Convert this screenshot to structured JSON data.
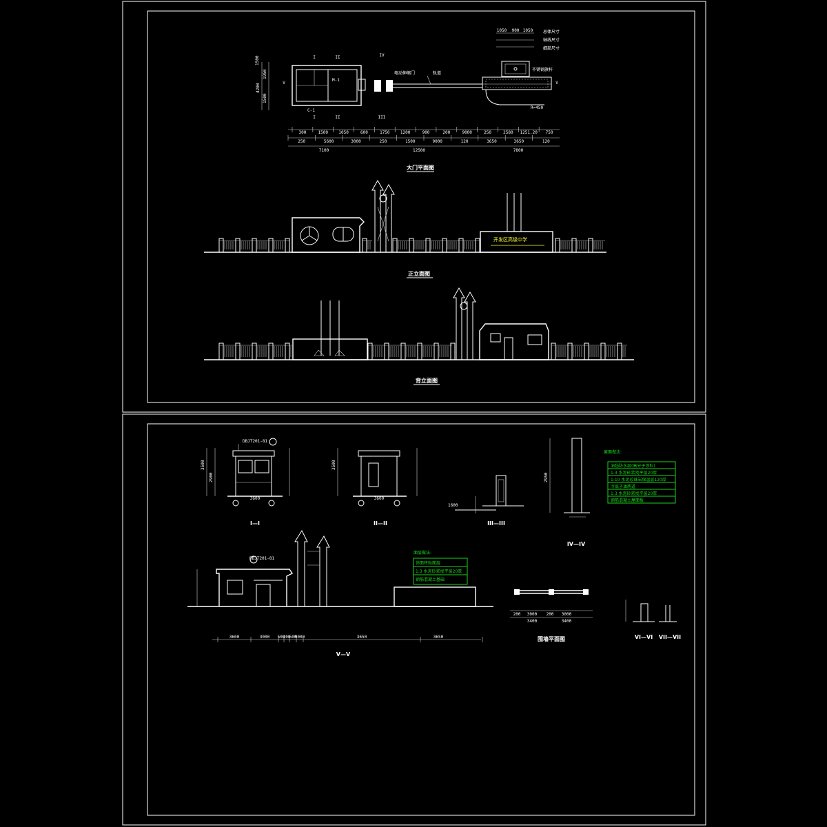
{
  "plan": {
    "title": "大门平面图",
    "dims_row1": [
      "300",
      "1500",
      "1050",
      "600",
      "1750",
      "1200",
      "900",
      "200",
      "9000",
      "250",
      "2580",
      "1251.20",
      "750"
    ],
    "dims_row2": [
      "250",
      "5600",
      "3000",
      "250",
      "1500",
      "9000",
      "120",
      "3650",
      "3650",
      "120"
    ],
    "dims_row3": [
      "7100",
      "12500",
      "7800"
    ],
    "section_marks": [
      "I",
      "I",
      "II",
      "II",
      "III",
      "IV",
      "V",
      "V"
    ],
    "left_vdims": [
      "1500",
      "1950",
      "1500",
      "4200"
    ],
    "right_top_dims": [
      "1050",
      "900",
      "1050"
    ],
    "labels": [
      "电动伸缩门",
      "轨道",
      "不锈钢旗杆",
      "M-1",
      "C-1",
      "R=450"
    ],
    "legend": [
      "总体尺寸",
      "轴线尺寸",
      "细部尺寸"
    ]
  },
  "front_elev": {
    "title": "正立面图",
    "sign_text": "开发区高级中学"
  },
  "side_elev": {
    "title": "背立面图"
  },
  "sec1": {
    "title": "I—I",
    "callout": "DBJT201-81",
    "dims": [
      "3500",
      "2900",
      "3600"
    ]
  },
  "sec2": {
    "title": "II—II",
    "dims": [
      "3500",
      "3600"
    ]
  },
  "sec3": {
    "title": "III—III",
    "dims": [
      "1600"
    ]
  },
  "sec4": {
    "title": "IV—IV",
    "dims": [
      "2950"
    ]
  },
  "sec5": {
    "title": "V—V",
    "callout": "DBJT201-81",
    "dims": [
      "3600",
      "3000",
      "500",
      "200",
      "500",
      "9000",
      "3650",
      "3650"
    ]
  },
  "wall_plan": {
    "title": "围墙平面图",
    "dims": [
      "200",
      "3000",
      "200",
      "3000",
      "3400",
      "3400"
    ]
  },
  "sec6": {
    "title": "VI—VI"
  },
  "sec7": {
    "title": "VII—VII"
  },
  "notes1": {
    "header": "屋面做法:",
    "items": [
      "油毡防水层(高分子涂料)",
      "1:3 水泥砂浆找平层20厚",
      "1:10 水泥珍珠岩保温层120厚",
      "冷底子油两道",
      "1:3 水泥砂浆找平层20厚",
      "钢筋混凝土屋面板"
    ]
  },
  "notes2": {
    "header": "面层做法:",
    "items": [
      "饰面砖贴面层",
      "1:3 水泥砂浆找平层20厚",
      "钢筋混凝土基础"
    ]
  }
}
